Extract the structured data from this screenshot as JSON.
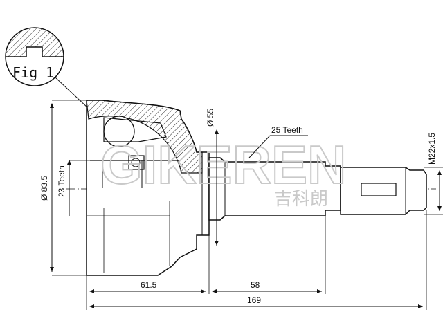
{
  "fig_label": "Fig 1",
  "watermark": {
    "brand": "GIKEREN",
    "subtitle": "吉科朗"
  },
  "dimensions": {
    "overall_length": "169",
    "joint_length": "61.5",
    "shaft_length": "58",
    "outer_diameter": "Ø 83.5",
    "abs_diameter": "Ø 55",
    "inner_teeth": "23 Teeth",
    "outer_teeth": "25 Teeth",
    "thread": "M22x1.5"
  },
  "colors": {
    "line": "#111111",
    "hatch": "#222222",
    "watermark": "#c9c9c9"
  }
}
